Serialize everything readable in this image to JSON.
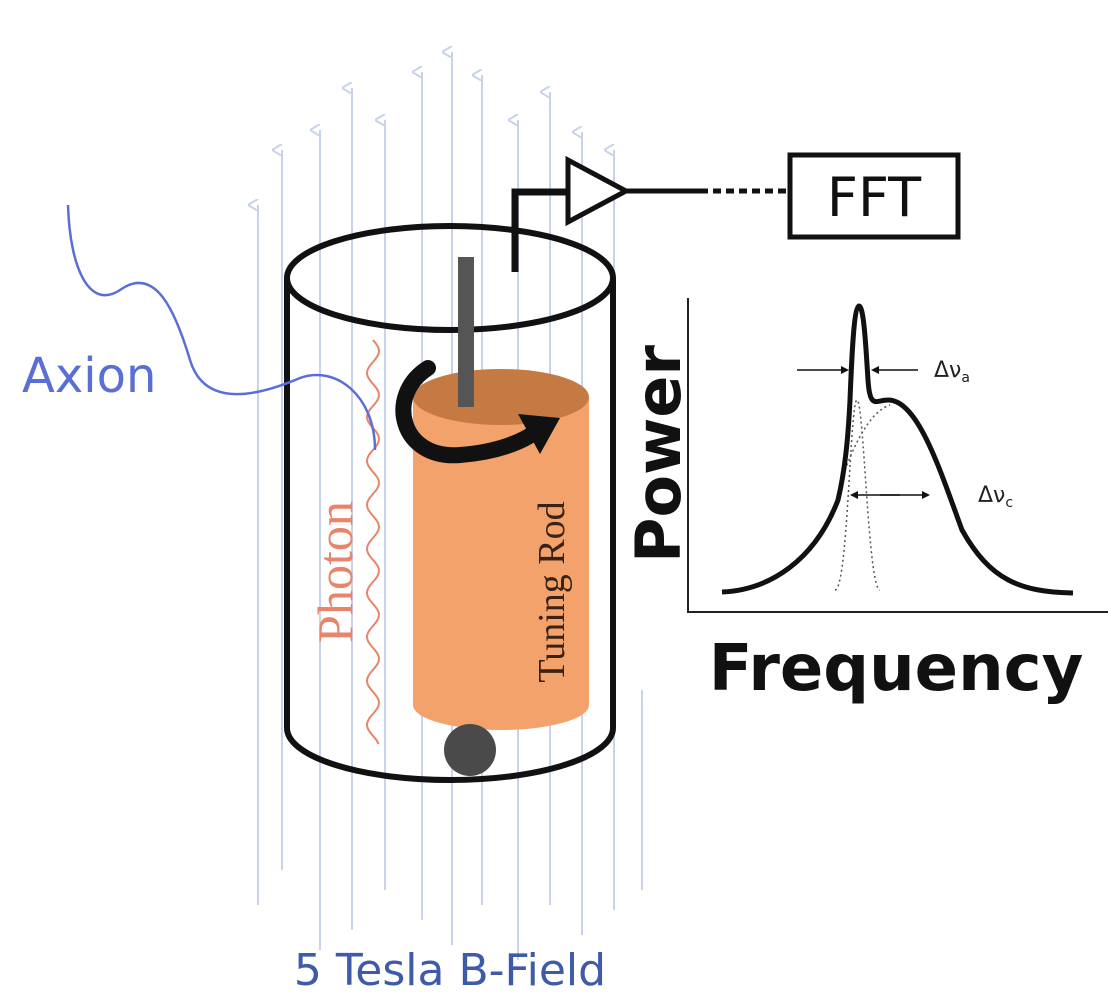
{
  "labels": {
    "axion": "Axion",
    "photon": "Photon",
    "tuning_rod": "Tuning Rod",
    "fft": "FFT",
    "field": "5 Tesla B-Field",
    "power": "Power",
    "frequency": "Frequency",
    "delta_nu_a_base": "Δν",
    "delta_nu_a_sub": "a",
    "delta_nu_c_base": "Δν",
    "delta_nu_c_sub": "c"
  },
  "colors": {
    "axion": "#5a6fd6",
    "field": "#3e5aa8",
    "field_lines": "#c8d2ea",
    "photon": "#e8846a",
    "rod": "#f4a26b",
    "rod_top": "#c47a42",
    "ink": "#111111",
    "post": "#555555",
    "knob": "#4a4a4a"
  },
  "icons": {
    "amplifier": "amplifier-triangle-icon",
    "rotation": "curved-rotation-arrow-icon"
  }
}
